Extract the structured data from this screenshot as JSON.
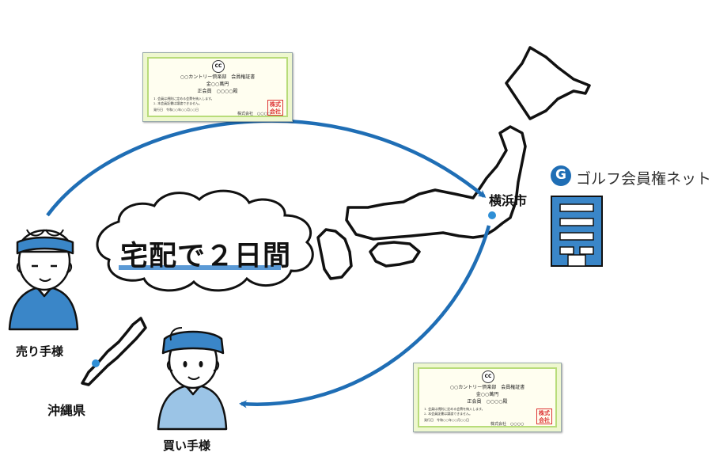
{
  "labels": {
    "seller": "売り手様",
    "buyer": "買い手様",
    "okinawa": "沖縄県",
    "yokohama": "横浜市",
    "delivery": "宅配で２日間"
  },
  "company": {
    "logo_letter": "G",
    "name": "ゴルフ会員権ネット"
  },
  "certificate": {
    "logo_text": "CC",
    "title": "○○カントリー倶楽部　会員権証書",
    "amount": "金○○萬円",
    "member": "正会員　○○○○殿",
    "note1": "1. 会員は規則に定める会費を納入します。",
    "note2": "2. 本会員証書は譲渡できません。",
    "date": "発行日　令和○○年○○月○○日",
    "issuer": "株式会社　○○○○",
    "stamp": "株式会社"
  },
  "colors": {
    "arrow": "#1f6eb5",
    "seller_shirt": "#3a86c8",
    "buyer_shirt": "#9bc4e6",
    "visor": "#3a86c8",
    "building": "#3a86c8",
    "pin": "#2f8fd6",
    "cert_bg": "#eef7cf",
    "stamp": "#dd3333"
  }
}
